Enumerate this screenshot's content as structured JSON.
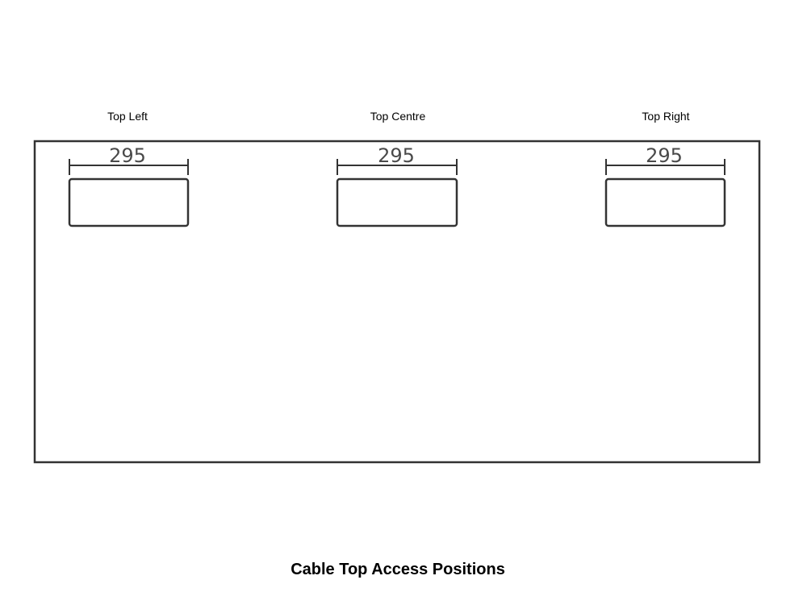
{
  "positions": [
    {
      "label": "Top Left",
      "dimension": "295"
    },
    {
      "label": "Top Centre",
      "dimension": "295"
    },
    {
      "label": "Top Right",
      "dimension": "295"
    }
  ],
  "caption": "Cable Top Access Positions",
  "colors": {
    "outline": "#333333",
    "dimension_text": "#4a4a4a",
    "background": "#ffffff"
  }
}
